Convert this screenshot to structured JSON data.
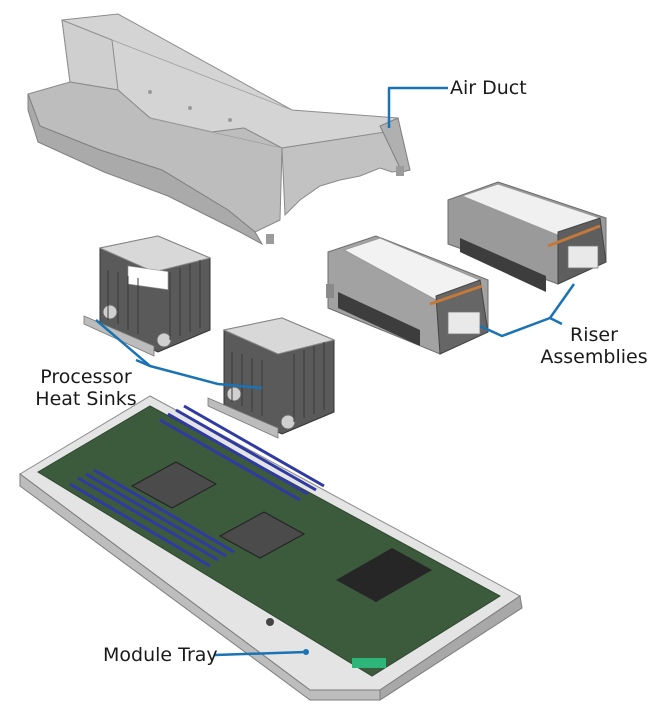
{
  "labels": {
    "air_duct": "Air Duct",
    "riser_line1": "Riser",
    "riser_line2": "Assemblies",
    "processor_line1": "Processor",
    "processor_line2": "Heat Sinks",
    "module_tray": "Module Tray"
  },
  "colors": {
    "callout_line": "#1a73b5",
    "duct_gray": "#c9c9c9",
    "metal_light": "#e6e6e6",
    "dimm_blue": "#2f3aa3",
    "pcb_green": "#3c5a3c"
  }
}
